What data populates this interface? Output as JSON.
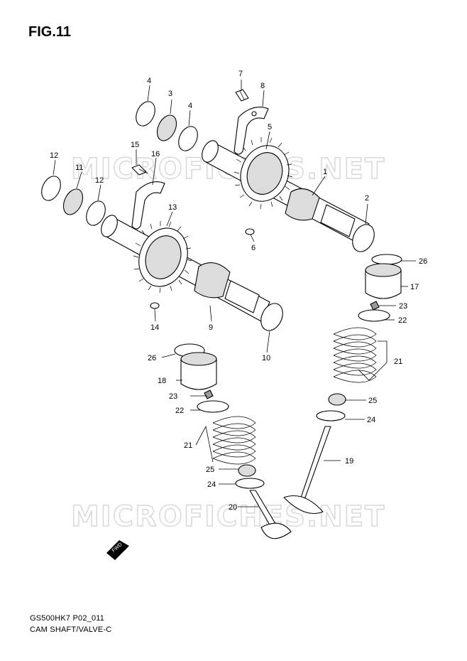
{
  "figure": {
    "title": "FIG.11",
    "model_code": "GS500HK7 P02_011",
    "name": "CAM SHAFT/VALVE-C"
  },
  "watermark": "MICROFICHES.NET",
  "direction_marker": "FWD",
  "callouts": [
    "1",
    "2",
    "3",
    "4",
    "4",
    "5",
    "6",
    "7",
    "8",
    "9",
    "10",
    "11",
    "12",
    "12",
    "13",
    "14",
    "15",
    "16",
    "17",
    "18",
    "19",
    "20",
    "21",
    "21",
    "22",
    "22",
    "23",
    "23",
    "24",
    "24",
    "25",
    "25",
    "26",
    "26"
  ],
  "colors": {
    "line": "#000000",
    "shade": "#dcdcdc",
    "watermark": "#d6d6d6"
  }
}
